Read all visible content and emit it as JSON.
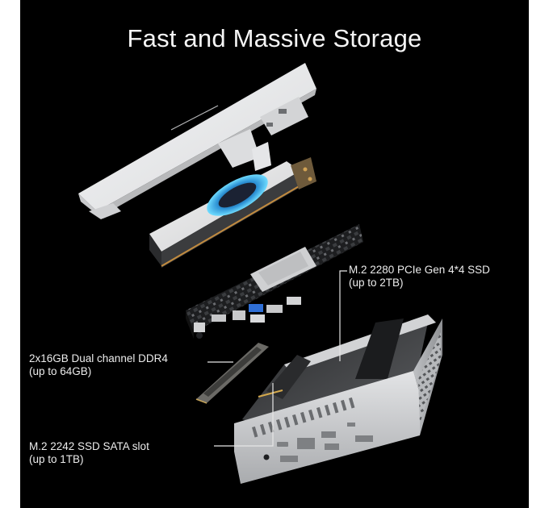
{
  "title": "Fast and Massive Storage",
  "callouts": {
    "pcie": {
      "line1": "M.2 2280 PCIe Gen 4*4 SSD",
      "line2": "(up to 2TB)"
    },
    "ddr": {
      "line1": "2x16GB Dual channel DDR4",
      "line2": "(up to 64GB)"
    },
    "sata": {
      "line1": "M.2 2242 SSD SATA slot",
      "line2": "(up to 1TB)"
    }
  },
  "components": [
    {
      "name": "top-lid",
      "color": "#e9eaec"
    },
    {
      "name": "cooling-fan",
      "accent": "#35b6ee"
    },
    {
      "name": "motherboard",
      "accent": "#2f6fd6"
    },
    {
      "name": "ram-module",
      "color": "#6b6a66"
    },
    {
      "name": "chassis-base",
      "color": "#d8d9db"
    }
  ],
  "colors": {
    "background": "#000000",
    "text": "#ececec",
    "leader_line": "#e6e6e6"
  }
}
